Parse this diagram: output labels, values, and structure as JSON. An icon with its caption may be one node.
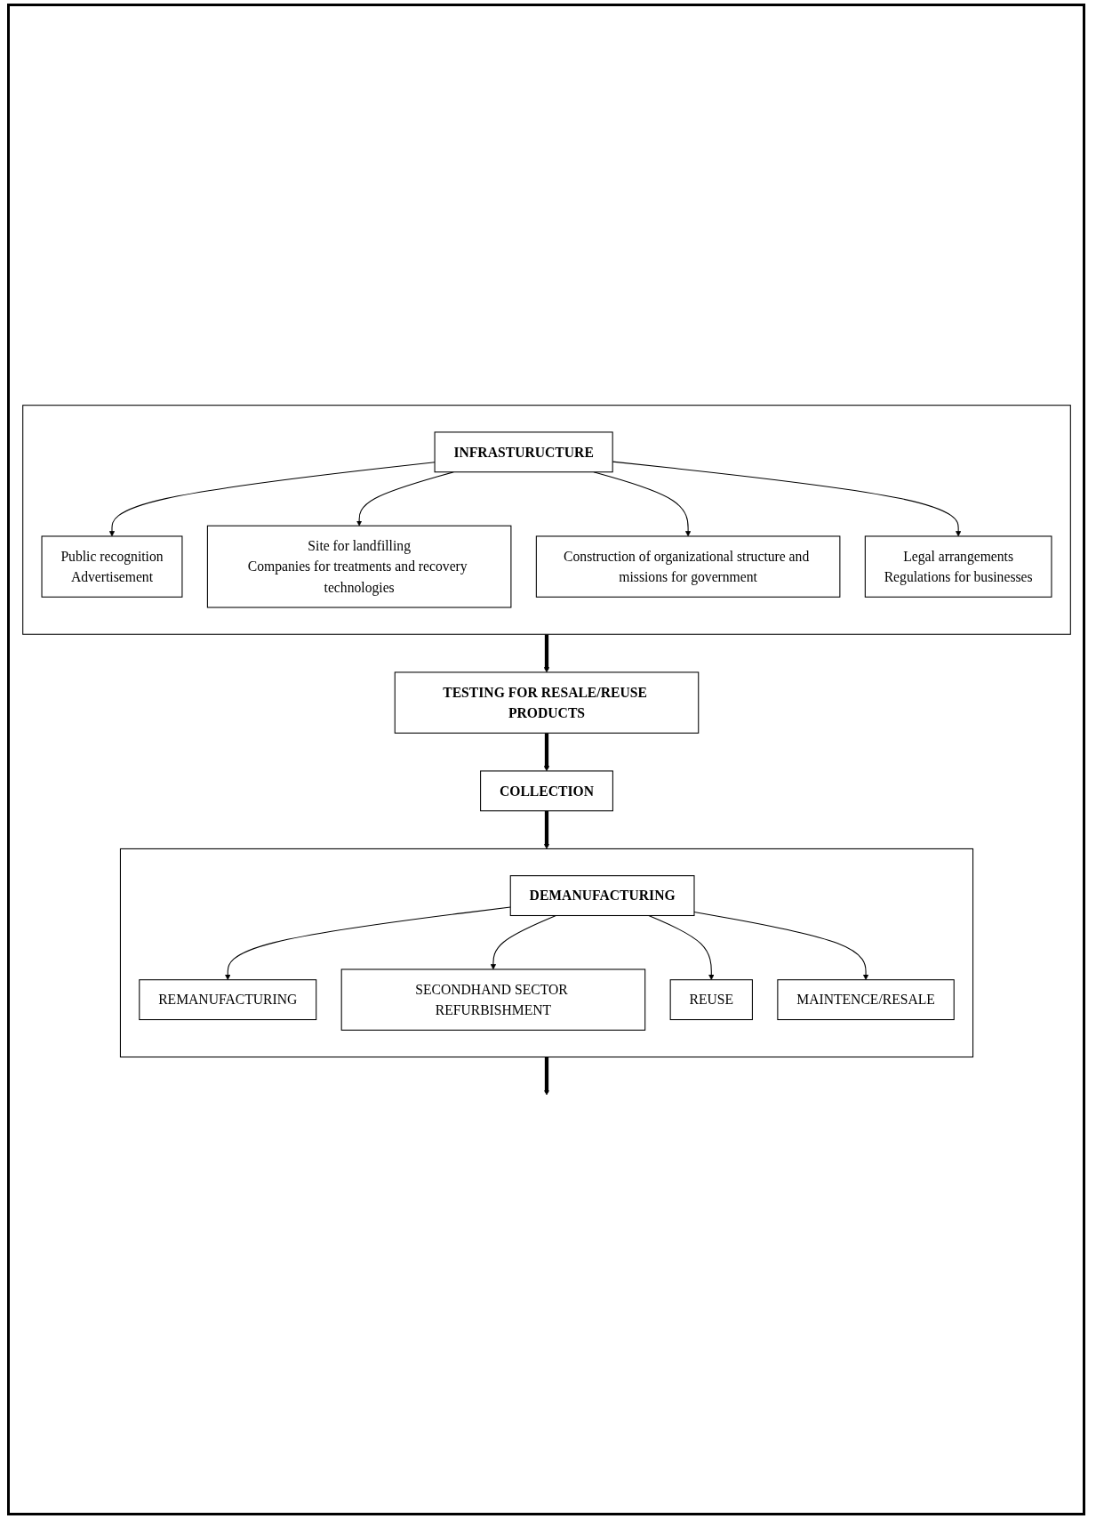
{
  "diagram": {
    "nodes": [
      {
        "text": [],
        "shape": "box"
      },
      {
        "text": [
          "INFRASTURUCTURE"
        ],
        "in": 0
      },
      {
        "text": [
          "Public recognition",
          "Advertisement"
        ],
        "in": 0
      },
      {
        "text": [
          "Legal arrangements",
          "Regulations for businesses"
        ],
        "in": 0
      },
      {
        "text": [
          "Site for landfilling",
          "Companies for treatments and recovery technologies"
        ],
        "in": 0
      },
      {
        "text": [
          "Construction of organizational structure and missions for government"
        ],
        "in": 0
      },
      {
        "text": [
          "TESTING FOR RESALE/REUSE PRODUCTS"
        ]
      },
      {
        "text": [
          "COLLECTION"
        ]
      },
      {
        "text": [],
        "shape": "box"
      },
      {
        "text": [
          "DEMANUFACTURING"
        ],
        "in": 8
      },
      {
        "text": [
          "REMANUFACTURING"
        ],
        "in": 8
      },
      {
        "text": [
          "REUSE"
        ],
        "in": 8
      },
      {
        "text": [
          "MAINTENCE/RESALE"
        ],
        "in": 8
      },
      {
        "text": [
          "SECONDHAND SECTOR REFURBISHMENT"
        ],
        "in": 8
      }
    ],
    "edges": [
      {
        "from": 1,
        "to": 2,
        "arrow": "to"
      },
      {
        "from": 1,
        "to": 4,
        "arrow": "to"
      },
      {
        "from": 1,
        "to": 5,
        "arrow": "to"
      },
      {
        "from": 1,
        "to": 3,
        "arrow": "to"
      },
      {
        "from": 0,
        "to": 6,
        "arrow": "to",
        "style": "thick"
      },
      {
        "from": 6,
        "to": 7,
        "arrow": "to",
        "style": "thick"
      },
      {
        "from": 7,
        "to": 8,
        "arrow": "to",
        "style": "thick"
      },
      {
        "from": 9,
        "to": 10,
        "arrow": "to"
      },
      {
        "from": 9,
        "to": 13,
        "arrow": "to"
      },
      {
        "from": 9,
        "to": 11,
        "arrow": "to"
      },
      {
        "from": 9,
        "to": 12,
        "arrow": "to"
      },
      {
        "from": 8,
        "to": null,
        "arrow": "to",
        "style": "thick"
      }
    ]
  }
}
